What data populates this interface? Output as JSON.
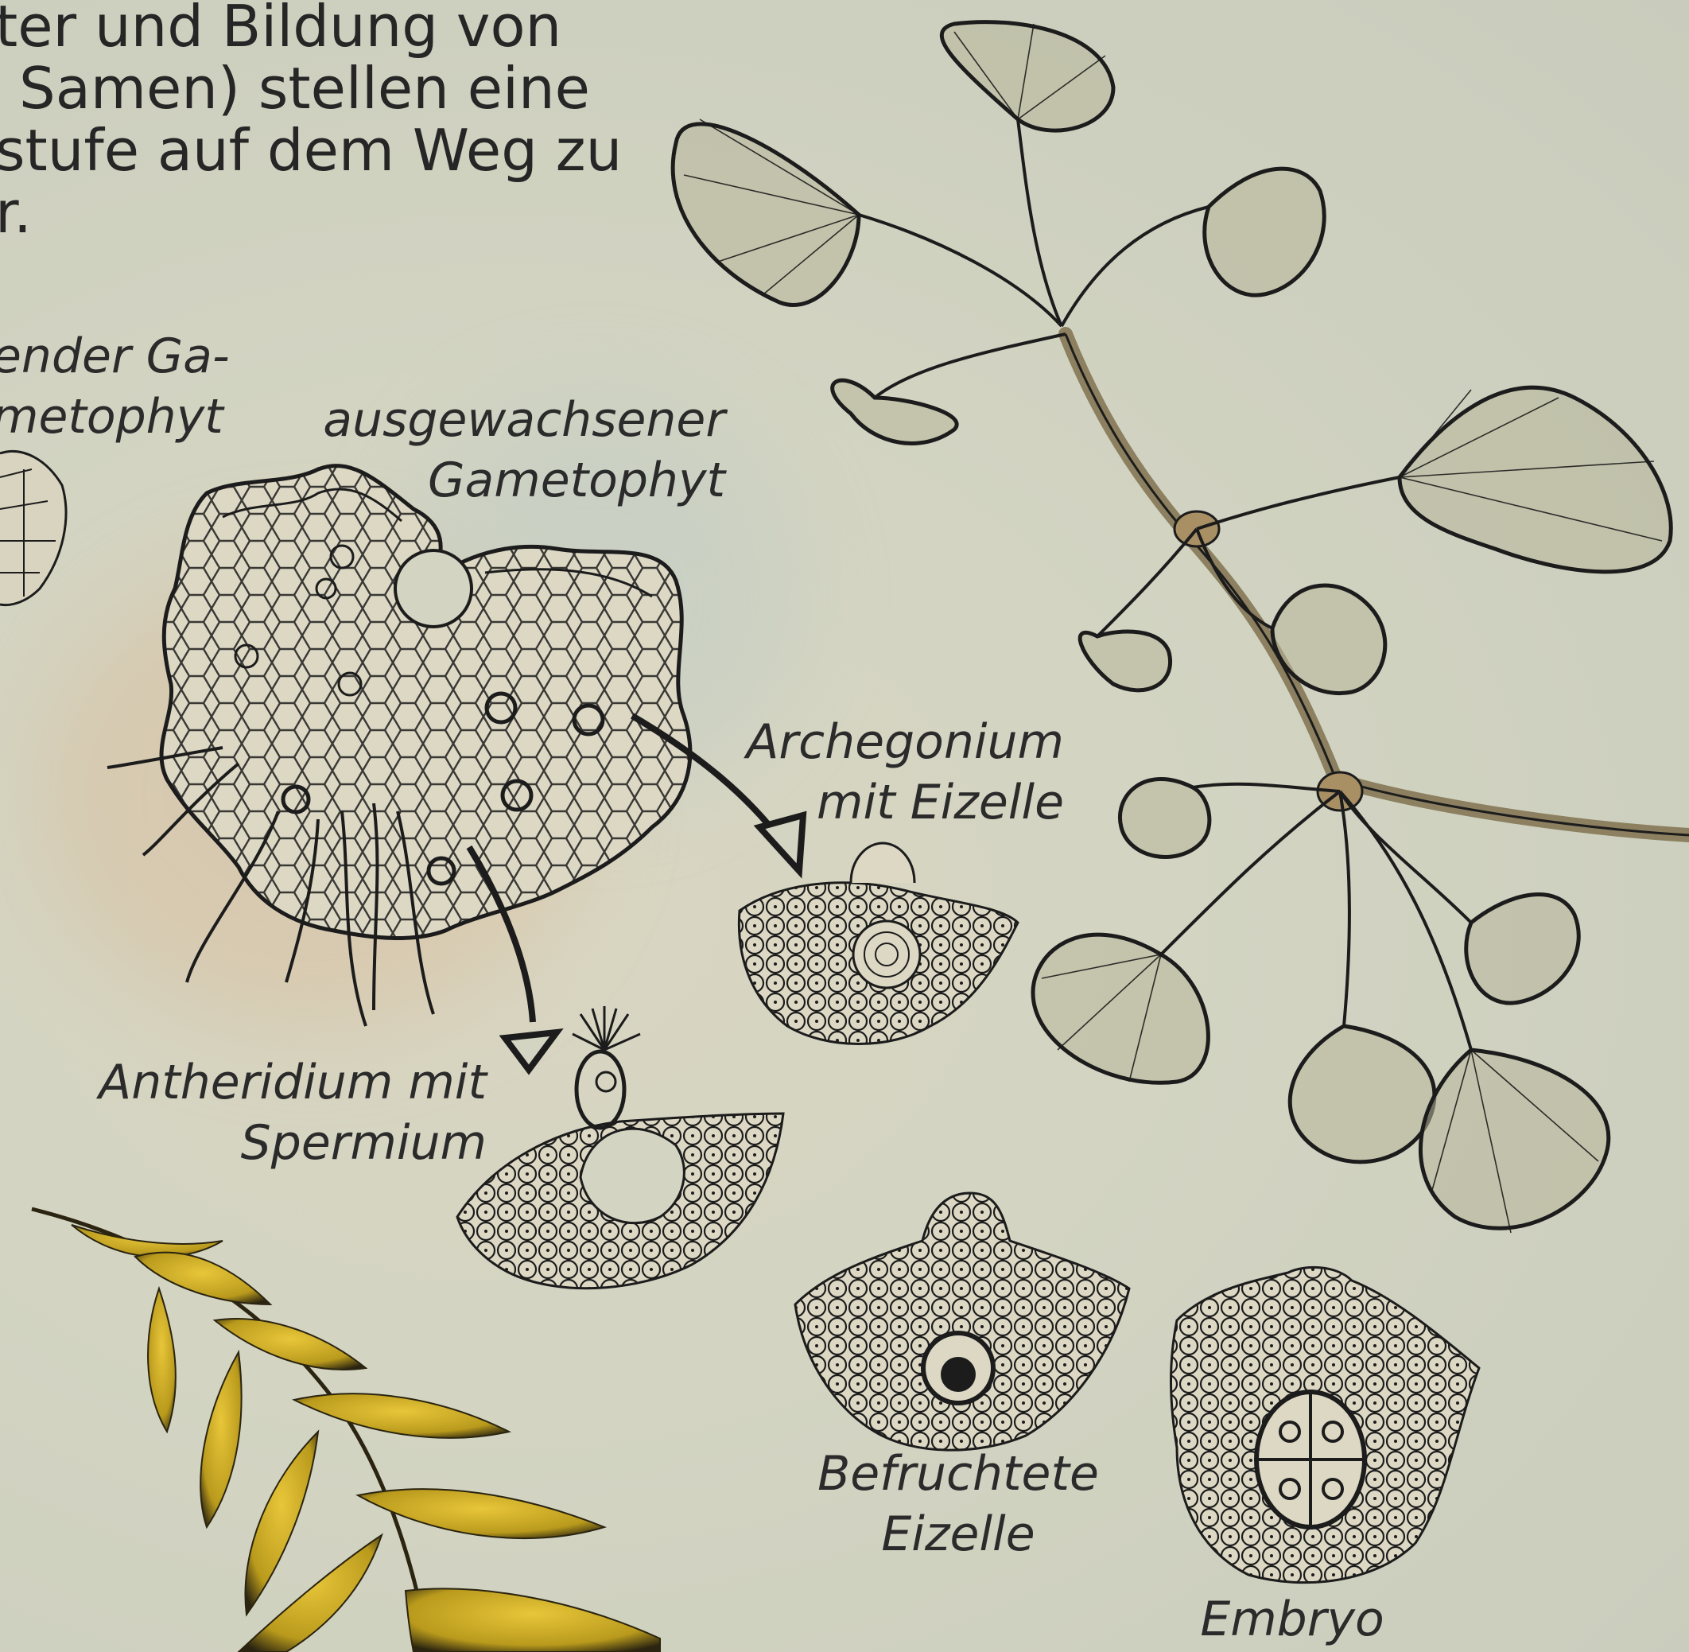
{
  "intro_text": {
    "line1": "ter und Bildung von",
    "line2": "Samen) stellen eine",
    "line3": "stufe auf dem Weg zu",
    "line4": "r."
  },
  "labels": {
    "young_gametophyte": {
      "line1": "ender Ga-",
      "line2": "metophyt"
    },
    "mature_gametophyte": {
      "line1": "ausgewachsener",
      "line2": "Gametophyt"
    },
    "archegonium": {
      "line1": "Archegonium",
      "line2": "mit Eizelle"
    },
    "antheridium": {
      "line1": "Antheridium mit",
      "line2": "Spermium"
    },
    "fertilized_egg": {
      "line1": "Befruchtete",
      "line2": "Eizelle"
    },
    "embryo": {
      "line1": "Embryo"
    }
  },
  "colors": {
    "ink": "#1c1c1c",
    "fern_gold": "#b99a1c",
    "fern_dark": "#2a2410",
    "ginkgo_leaf": "#b8b69a",
    "stem": "#8c8060"
  }
}
